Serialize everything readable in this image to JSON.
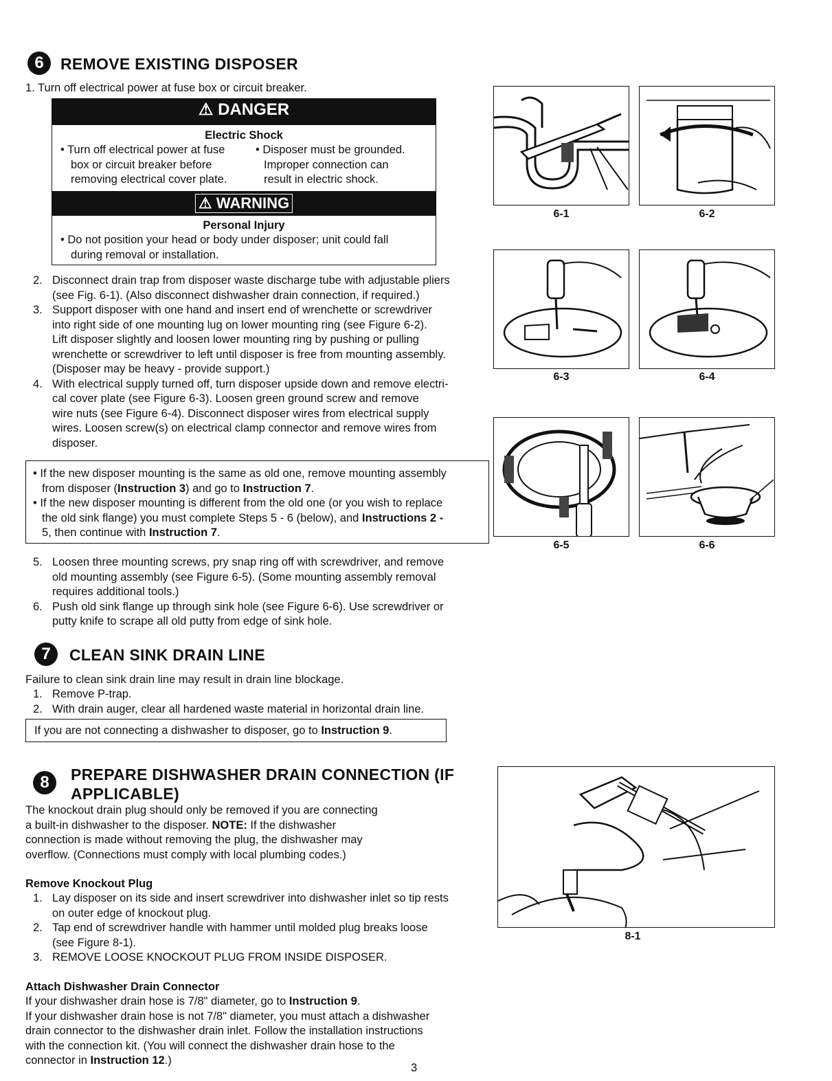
{
  "s6": {
    "num": "6",
    "title": "REMOVE EXISTING DISPOSER",
    "step1": "1. Turn off electrical power at fuse box or circuit breaker.",
    "danger": {
      "label": "DANGER",
      "subtitle": "Electric Shock",
      "left": [
        "• Turn off electrical power at fuse",
        "box or circuit breaker before",
        "removing electrical cover plate."
      ],
      "right": [
        "• Disposer must be grounded.",
        "Improper connection can",
        "result in electric shock."
      ]
    },
    "warning": {
      "label": "WARNING",
      "subtitle": "Personal Injury",
      "lines": [
        "• Do not position your head or body under disposer; unit could fall",
        "during removal or installation."
      ]
    },
    "steps": [
      {
        "num": "2.",
        "lines": [
          "Disconnect drain trap from disposer waste discharge tube with adjustable pliers",
          "(see Fig. 6-1). (Also disconnect dishwasher drain connection, if required.)"
        ]
      },
      {
        "num": "3.",
        "lines": [
          "Support disposer with one hand and insert end of wrenchette or screwdriver",
          "into right side of one mounting lug on lower mounting ring (see Figure 6-2).",
          "Lift disposer slightly and loosen lower mounting ring by pushing or pulling",
          "wrenchette or screwdriver to left until disposer is free from mounting assembly.",
          "(Disposer may be heavy - provide support.)"
        ]
      },
      {
        "num": "4.",
        "lines": [
          "With electrical supply turned off, turn disposer upside down and remove electri-",
          "cal cover plate (see Figure 6-3). Loosen green ground screw and remove",
          "wire nuts (see Figure 6-4). Disconnect disposer wires from electrical supply",
          "wires. Loosen screw(s) on electrical clamp connector and remove wires from",
          "disposer."
        ]
      }
    ],
    "note": {
      "b1_pre": "• If the new disposer mounting is the same as old one, remove mounting assembly",
      "b1_l2a": "from disposer (",
      "b1_l2b": "Instruction 3",
      "b1_l2c": ") and go to ",
      "b1_l2d": "Instruction 7",
      "b1_l2e": ".",
      "b2_l1": "• If the new disposer mounting is different from the old one (or you wish to replace",
      "b2_l2a": "the old sink flange) you must complete Steps 5 - 6 (below), and ",
      "b2_l2b": "Instructions 2 -",
      "b2_l3a": "5,",
      "b2_l3b": " then continue with ",
      "b2_l3c": "Instruction 7",
      "b2_l3d": "."
    },
    "steps2": [
      {
        "num": "5.",
        "lines": [
          "Loosen three mounting screws, pry snap ring off with screwdriver, and remove",
          "old mounting assembly (see Figure 6-5). (Some mounting assembly removal",
          "requires additional tools.)"
        ]
      },
      {
        "num": "6.",
        "lines": [
          "Push old sink flange up through sink hole (see Figure 6-6). Use screwdriver or",
          "putty knife to scrape all old putty from edge of sink hole."
        ]
      }
    ],
    "figures": [
      "6-1",
      "6-2",
      "6-3",
      "6-4",
      "6-5",
      "6-6"
    ]
  },
  "s7": {
    "num": "7",
    "title": "CLEAN SINK DRAIN LINE",
    "intro": "Failure to clean sink drain line may result in drain line blockage.",
    "steps": [
      {
        "num": "1.",
        "text": "Remove P-trap."
      },
      {
        "num": "2.",
        "text": "With drain auger, clear all hardened waste material in horizontal drain line."
      }
    ],
    "note_a": "If you are not connecting a dishwasher to disposer, go to ",
    "note_b": "Instruction 9",
    "note_c": "."
  },
  "s8": {
    "num": "8",
    "title_l1": "PREPARE DISHWASHER DRAIN CONNECTION (IF",
    "title_l2": "APPLICABLE)",
    "intro_l1": "The knockout drain plug should only be removed if you are connecting",
    "intro_l2a": "a built-in dishwasher to the disposer. ",
    "intro_l2b": "NOTE:",
    "intro_l2c": "  If the dishwasher",
    "intro_l3": "connection is made without removing the plug, the dishwasher may",
    "intro_l4": "overflow. (Connections must comply with local plumbing codes.)",
    "sub1": "Remove Knockout Plug",
    "steps": [
      {
        "num": "1.",
        "lines": [
          "Lay disposer on its side and insert screwdriver into dishwasher inlet so tip rests",
          "on outer edge of knockout plug."
        ]
      },
      {
        "num": "2.",
        "lines": [
          "Tap end of screwdriver handle with hammer until molded plug breaks loose",
          "(see Figure 8-1)."
        ]
      },
      {
        "num": "3.",
        "lines": [
          "REMOVE LOOSE KNOCKOUT PLUG FROM INSIDE DISPOSER."
        ]
      }
    ],
    "sub2": "Attach Dishwasher Drain Connector",
    "attach_l1a": "If your dishwasher drain hose is 7/8\" diameter, go to  ",
    "attach_l1b": "Instruction 9",
    "attach_l1c": ".",
    "attach_l2": "If your dishwasher drain hose is not 7/8\" diameter, you must attach a dishwasher",
    "attach_l3": "drain connector to the dishwasher drain inlet. Follow the installation instructions",
    "attach_l4": "with the connection kit.  (You will connect the dishwasher drain hose to the",
    "attach_l5a": "connector in ",
    "attach_l5b": "Instruction 12",
    "attach_l5c": ".)",
    "figure": "8-1"
  },
  "page_number": "3"
}
